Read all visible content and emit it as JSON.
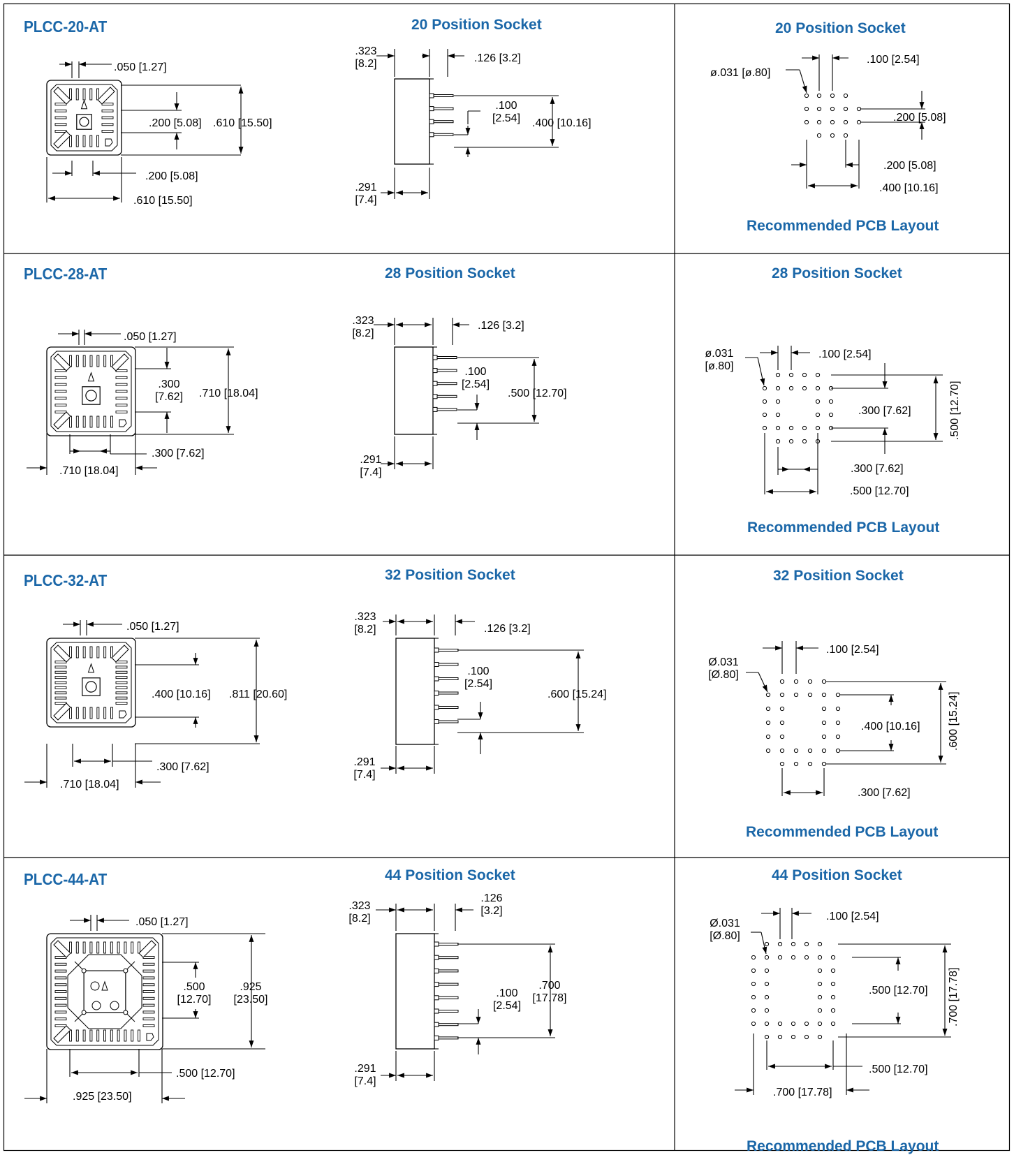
{
  "colors": {
    "title": "#1b67a8",
    "line": "#000000"
  },
  "rows": [
    {
      "part": "PLCC-20-AT",
      "socket_title": "20 Position Socket",
      "pcb_title": "20 Position Socket",
      "pcb_caption": "Recommended PCB Layout",
      "top": {
        "pitch": ".050 [1.27]",
        "inner_h": ".200 [5.08]",
        "outer_h": ".610 [15.50]",
        "inner_w": ".200 [5.08]",
        "outer_w": ".610 [15.50]"
      },
      "side": {
        "height_a": ".323",
        "height_b": "[8.2]",
        "pin": ".126 [3.2]",
        "pitch_a": ".100",
        "pitch_b": "[2.54]",
        "span_a": ".400 [10.16]",
        "span_b": "",
        "base_a": ".291",
        "base_b": "[7.4]"
      },
      "pcb": {
        "hole_a": "ø.031 [ø.80]",
        "hole_b": "",
        "pitch": ".100 [2.54]",
        "inner_h": ".200 [5.08]",
        "outer_h": "",
        "inner_w": ".200 [5.08]",
        "outer_w": ".400 [10.16]"
      }
    },
    {
      "part": "PLCC-28-AT",
      "socket_title": "28 Position Socket",
      "pcb_title": "28 Position Socket",
      "pcb_caption": "Recommended PCB Layout",
      "top": {
        "pitch": ".050 [1.27]",
        "inner_h_a": ".300",
        "inner_h_b": "[7.62]",
        "outer_h": ".710 [18.04]",
        "inner_w": ".300 [7.62]",
        "outer_w": ".710 [18.04]"
      },
      "side": {
        "height_a": ".323",
        "height_b": "[8.2]",
        "pin": ".126 [3.2]",
        "pitch_a": ".100",
        "pitch_b": "[2.54]",
        "span_a": ".500 [12.70]",
        "span_b": "",
        "base_a": ".291",
        "base_b": "[7.4]"
      },
      "pcb": {
        "hole_a": "ø.031",
        "hole_b": "[ø.80]",
        "pitch": ".100 [2.54]",
        "inner_h": ".300 [7.62]",
        "outer_h": ".500 [12.70]",
        "inner_w": ".300 [7.62]",
        "outer_w": ".500 [12.70]"
      }
    },
    {
      "part": "PLCC-32-AT",
      "socket_title": "32 Position Socket",
      "pcb_title": "32 Position Socket",
      "pcb_caption": "Recommended PCB Layout",
      "top": {
        "pitch": ".050 [1.27]",
        "inner_h": ".400 [10.16]",
        "outer_h": ".811 [20.60]",
        "inner_w": ".300 [7.62]",
        "outer_w": ".710 [18.04]"
      },
      "side": {
        "height_a": ".323",
        "height_b": "[8.2]",
        "pin": ".126 [3.2]",
        "pitch_a": ".100",
        "pitch_b": "[2.54]",
        "span_a": ".600 [15.24]",
        "span_b": "",
        "base_a": ".291",
        "base_b": "[7.4]"
      },
      "pcb": {
        "hole_a": "Ø.031",
        "hole_b": "[Ø.80]",
        "pitch": ".100 [2.54]",
        "inner_h": ".400 [10.16]",
        "outer_h": ".600 [15.24]",
        "inner_w": ".300 [7.62]",
        "outer_w": ""
      }
    },
    {
      "part": "PLCC-44-AT",
      "socket_title": "44 Position Socket",
      "pcb_title": "44 Position Socket",
      "pcb_caption": "Recommended PCB Layout",
      "top": {
        "pitch": ".050 [1.27]",
        "inner_h_a": ".500",
        "inner_h_b": "[12.70]",
        "outer_h_a": ".925",
        "outer_h_b": "[23.50]",
        "inner_w": ".500 [12.70]",
        "outer_w": ".925 [23.50]"
      },
      "side": {
        "height_a": ".323",
        "height_b": "[8.2]",
        "pin_a": ".126",
        "pin_b": "[3.2]",
        "pitch_a": ".100",
        "pitch_b": "[2.54]",
        "span_a": ".700",
        "span_b": "[17.78]",
        "base_a": ".291",
        "base_b": "[7.4]"
      },
      "pcb": {
        "hole_a": "Ø.031",
        "hole_b": "[Ø.80]",
        "pitch": ".100 [2.54]",
        "inner_h": ".500 [12.70]",
        "outer_h": ".700 [17.78]",
        "inner_w": ".500 [12.70]",
        "outer_w": ".700 [17.78]"
      }
    }
  ]
}
